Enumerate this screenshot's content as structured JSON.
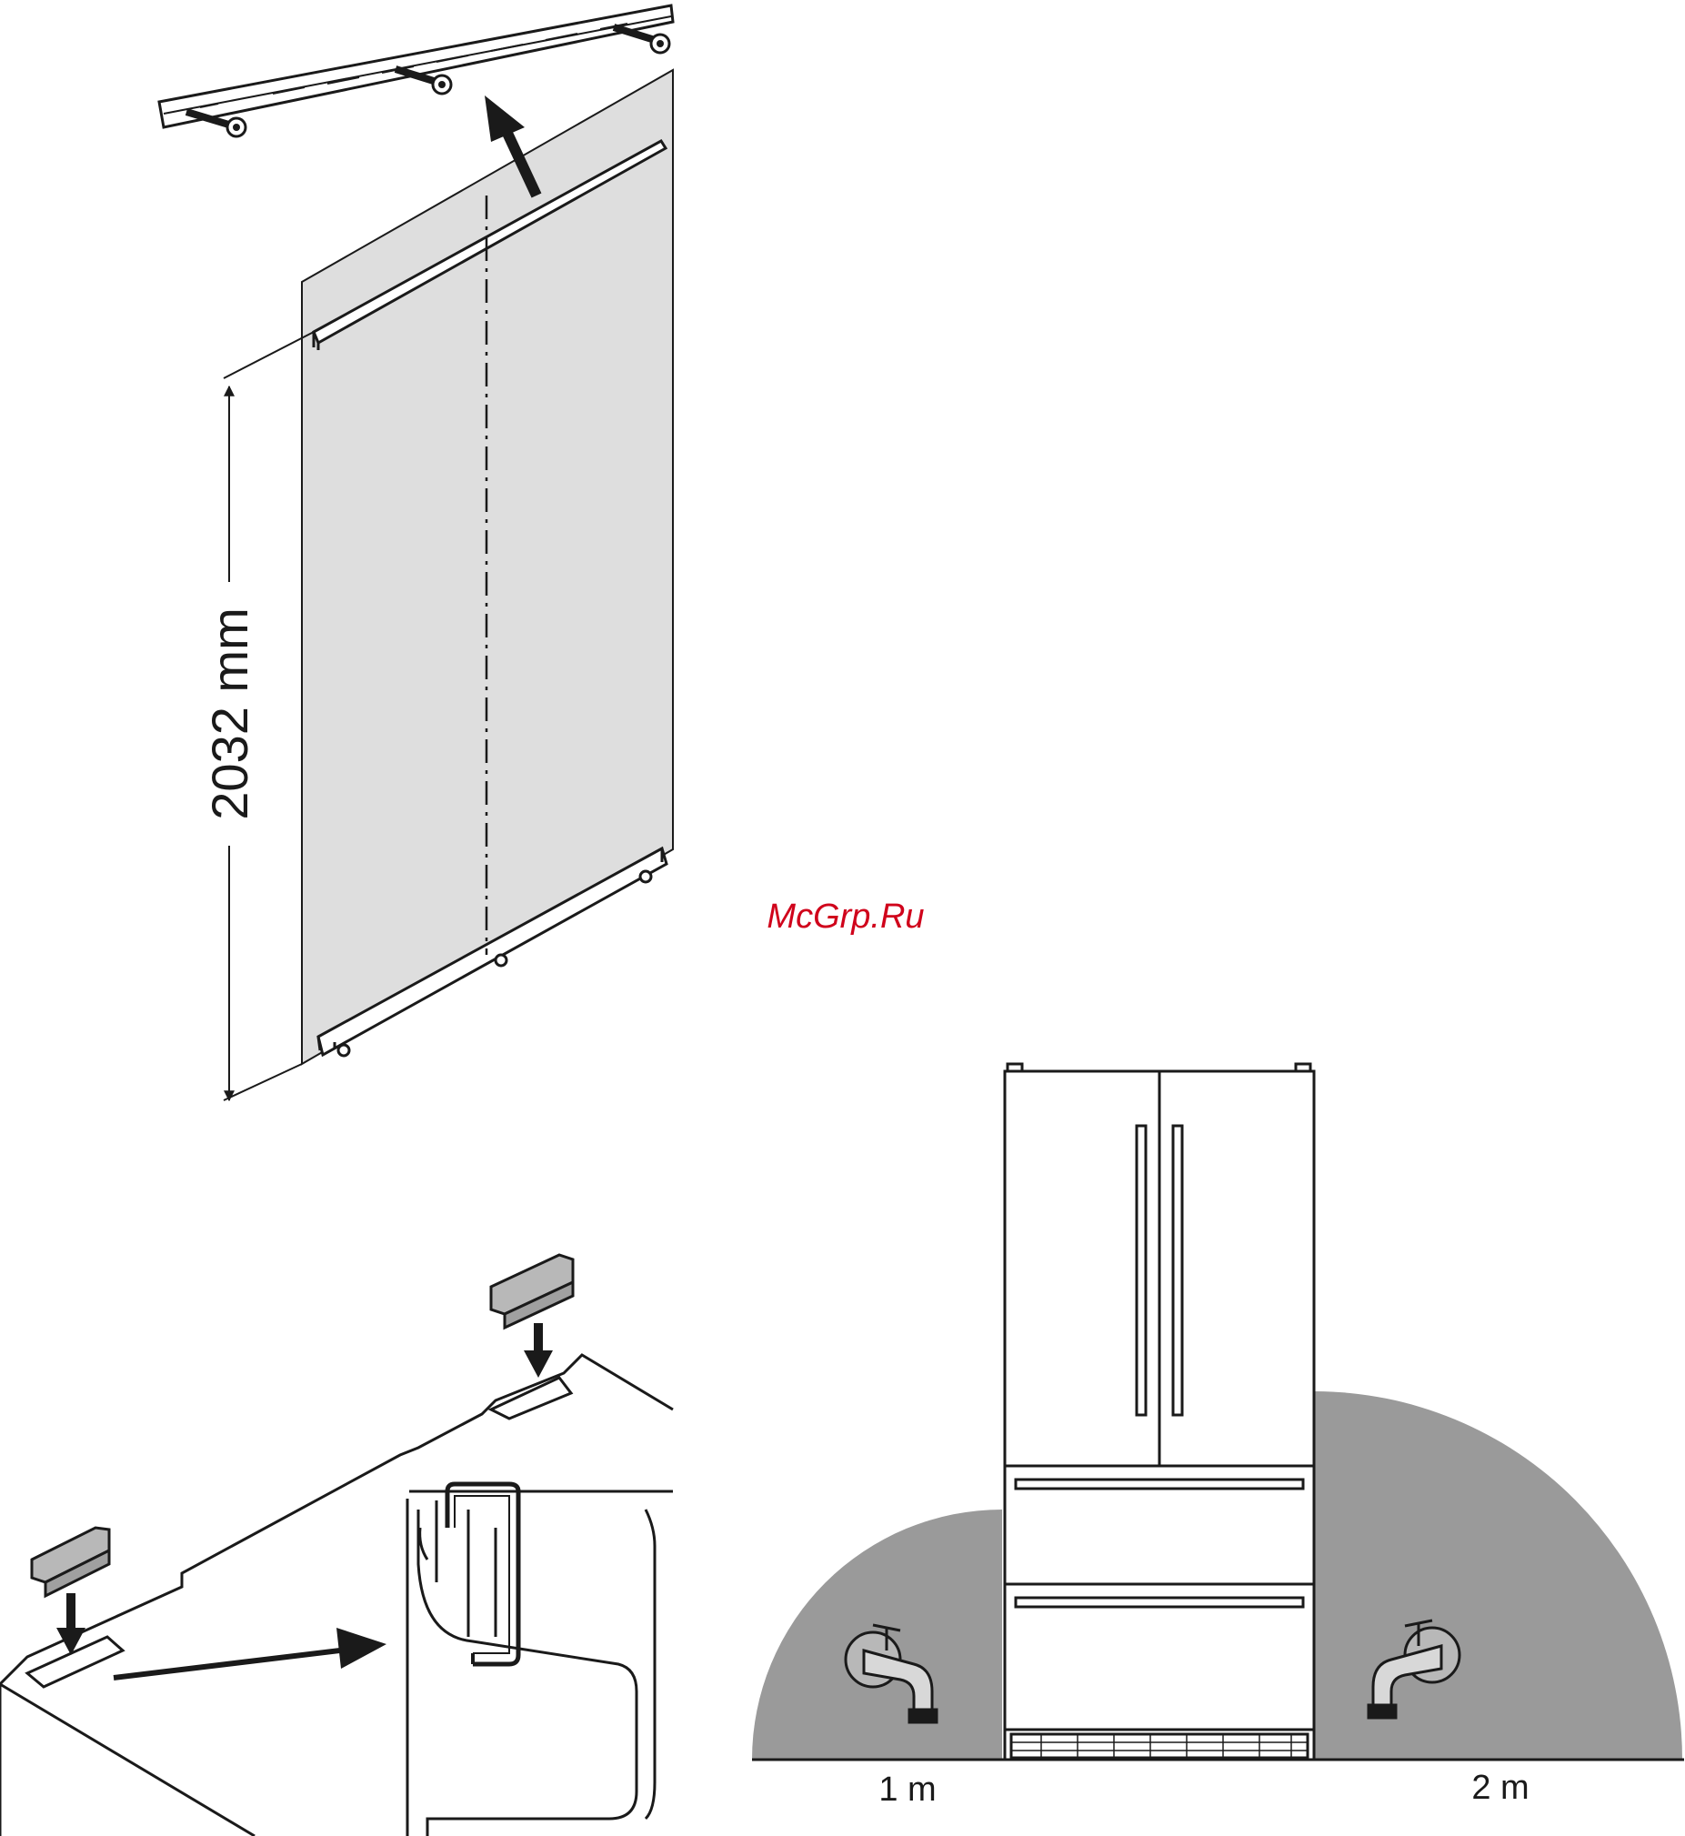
{
  "labels": {
    "height": "2032 mm",
    "watermark": "McGrp.Ru",
    "left_distance": "1 m",
    "right_distance": "2 m"
  },
  "colors": {
    "line": "#1a1a1a",
    "panel_fill": "#dedede",
    "water_zone_fill": "#9a9a9a",
    "part_fill": "#b8b8b8",
    "watermark": "#d0021b"
  },
  "icons": [
    "arrow-up-icon",
    "arrow-down-icon",
    "arrow-right-icon",
    "water-tap-icon"
  ]
}
